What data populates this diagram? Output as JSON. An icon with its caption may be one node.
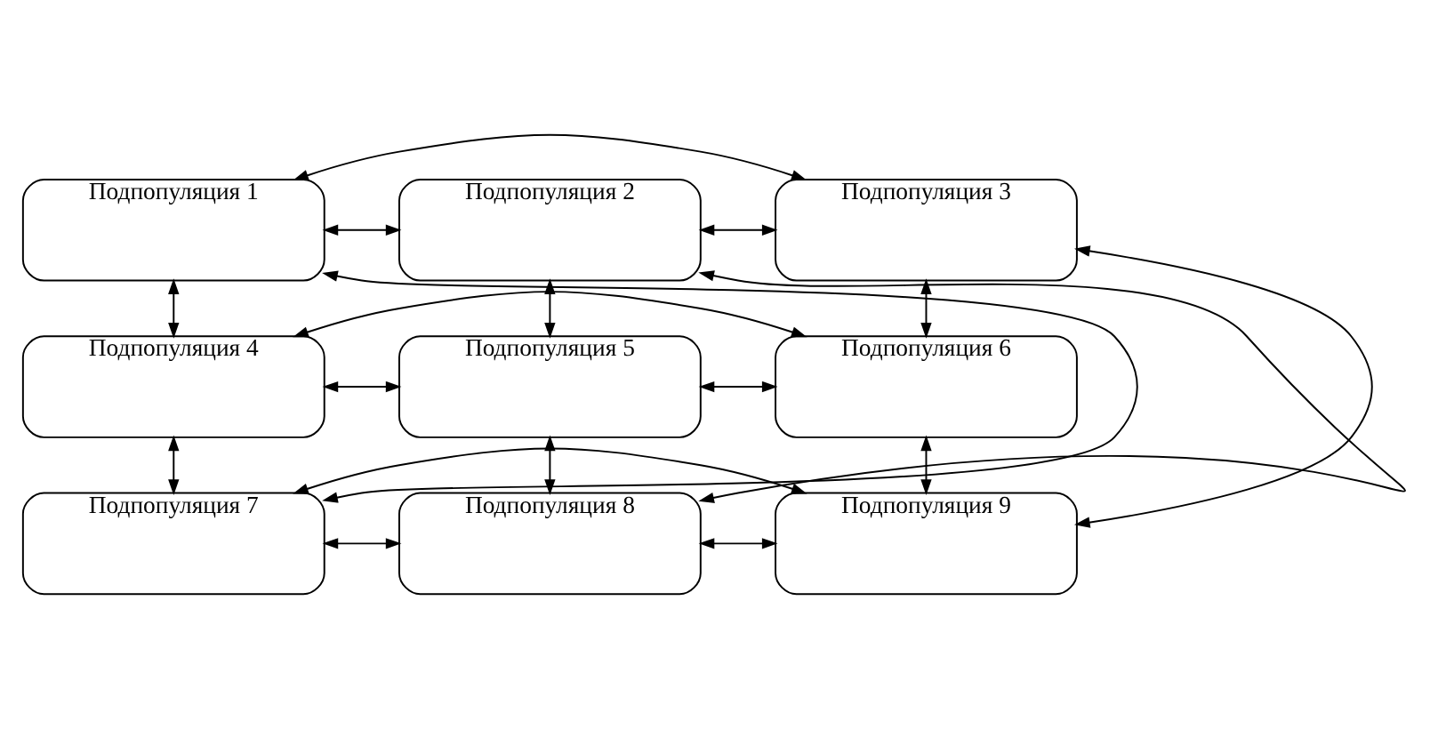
{
  "diagram": {
    "nodes": [
      {
        "text": [
          "Подпопуляция 1"
        ]
      },
      {
        "text": [
          "Подпопуляция 2"
        ]
      },
      {
        "text": [
          "Подпопуляция 3"
        ]
      },
      {
        "text": [
          "Подпопуляция 4"
        ]
      },
      {
        "text": [
          "Подпопуляция 5"
        ]
      },
      {
        "text": [
          "Подпопуляция 6"
        ]
      },
      {
        "text": [
          "Подпопуляция 7"
        ]
      },
      {
        "text": [
          "Подпопуляция 8"
        ]
      },
      {
        "text": [
          "Подпопуляция 9"
        ]
      }
    ],
    "edges": [
      {
        "from": 0,
        "to": 1,
        "arrow": "both"
      },
      {
        "from": 1,
        "to": 2,
        "arrow": "both"
      },
      {
        "from": 3,
        "to": 4,
        "arrow": "both"
      },
      {
        "from": 4,
        "to": 5,
        "arrow": "both"
      },
      {
        "from": 6,
        "to": 7,
        "arrow": "both"
      },
      {
        "from": 7,
        "to": 8,
        "arrow": "both"
      },
      {
        "from": 0,
        "to": 3,
        "arrow": "both"
      },
      {
        "from": 3,
        "to": 6,
        "arrow": "both"
      },
      {
        "from": 1,
        "to": 4,
        "arrow": "both"
      },
      {
        "from": 4,
        "to": 7,
        "arrow": "both"
      },
      {
        "from": 2,
        "to": 5,
        "arrow": "both"
      },
      {
        "from": 5,
        "to": 8,
        "arrow": "both"
      },
      {
        "from": 0,
        "to": 2,
        "arrow": "both"
      },
      {
        "from": 1,
        "to": 7,
        "arrow": "both"
      },
      {
        "from": 0,
        "to": 6,
        "arrow": "both"
      },
      {
        "from": 2,
        "to": 8,
        "arrow": "both"
      },
      {
        "from": 3,
        "to": 5,
        "arrow": "both"
      },
      {
        "from": 6,
        "to": 8,
        "arrow": "both"
      }
    ]
  }
}
